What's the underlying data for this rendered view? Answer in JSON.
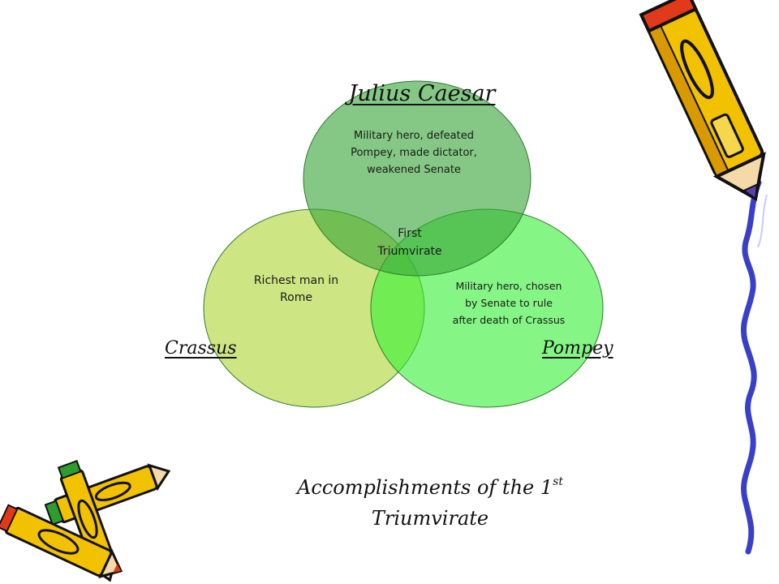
{
  "diagram": {
    "circles": [
      {
        "name": "Julius Caesar",
        "description": "Military hero, defeated Pompey, made dictator, weakened Senate",
        "desc_lines": [
          "Military hero, defeated",
          "Pompey, made dictator,",
          "weakened Senate"
        ],
        "fill": "#3aa63a"
      },
      {
        "name": "Crassus",
        "description": "Richest man in Rome",
        "desc_lines": [
          "Richest man in",
          "Rome"
        ],
        "fill": "#bcdc58"
      },
      {
        "name": "Pompey",
        "description": "Military hero, chosen by Senate to rule after death of Crassus",
        "desc_lines": [
          "Military hero, chosen",
          "by Senate to rule",
          "after death of Crassus"
        ],
        "fill": "#33f033"
      }
    ],
    "center": {
      "lines": [
        "First",
        "Triumvirate"
      ]
    }
  },
  "caption": {
    "main": "Accomplishments of the 1",
    "superscript": "st",
    "line2": "Triumvirate"
  },
  "decorations": [
    {
      "icon": "pencil-icon",
      "color": "#f2c200"
    },
    {
      "icon": "crayon-icon",
      "color": "#f2c200"
    },
    {
      "icon": "pencil-icon",
      "color": "#f2c200"
    },
    {
      "icon": "squiggle-line-icon",
      "color": "#3a3fc8"
    }
  ]
}
